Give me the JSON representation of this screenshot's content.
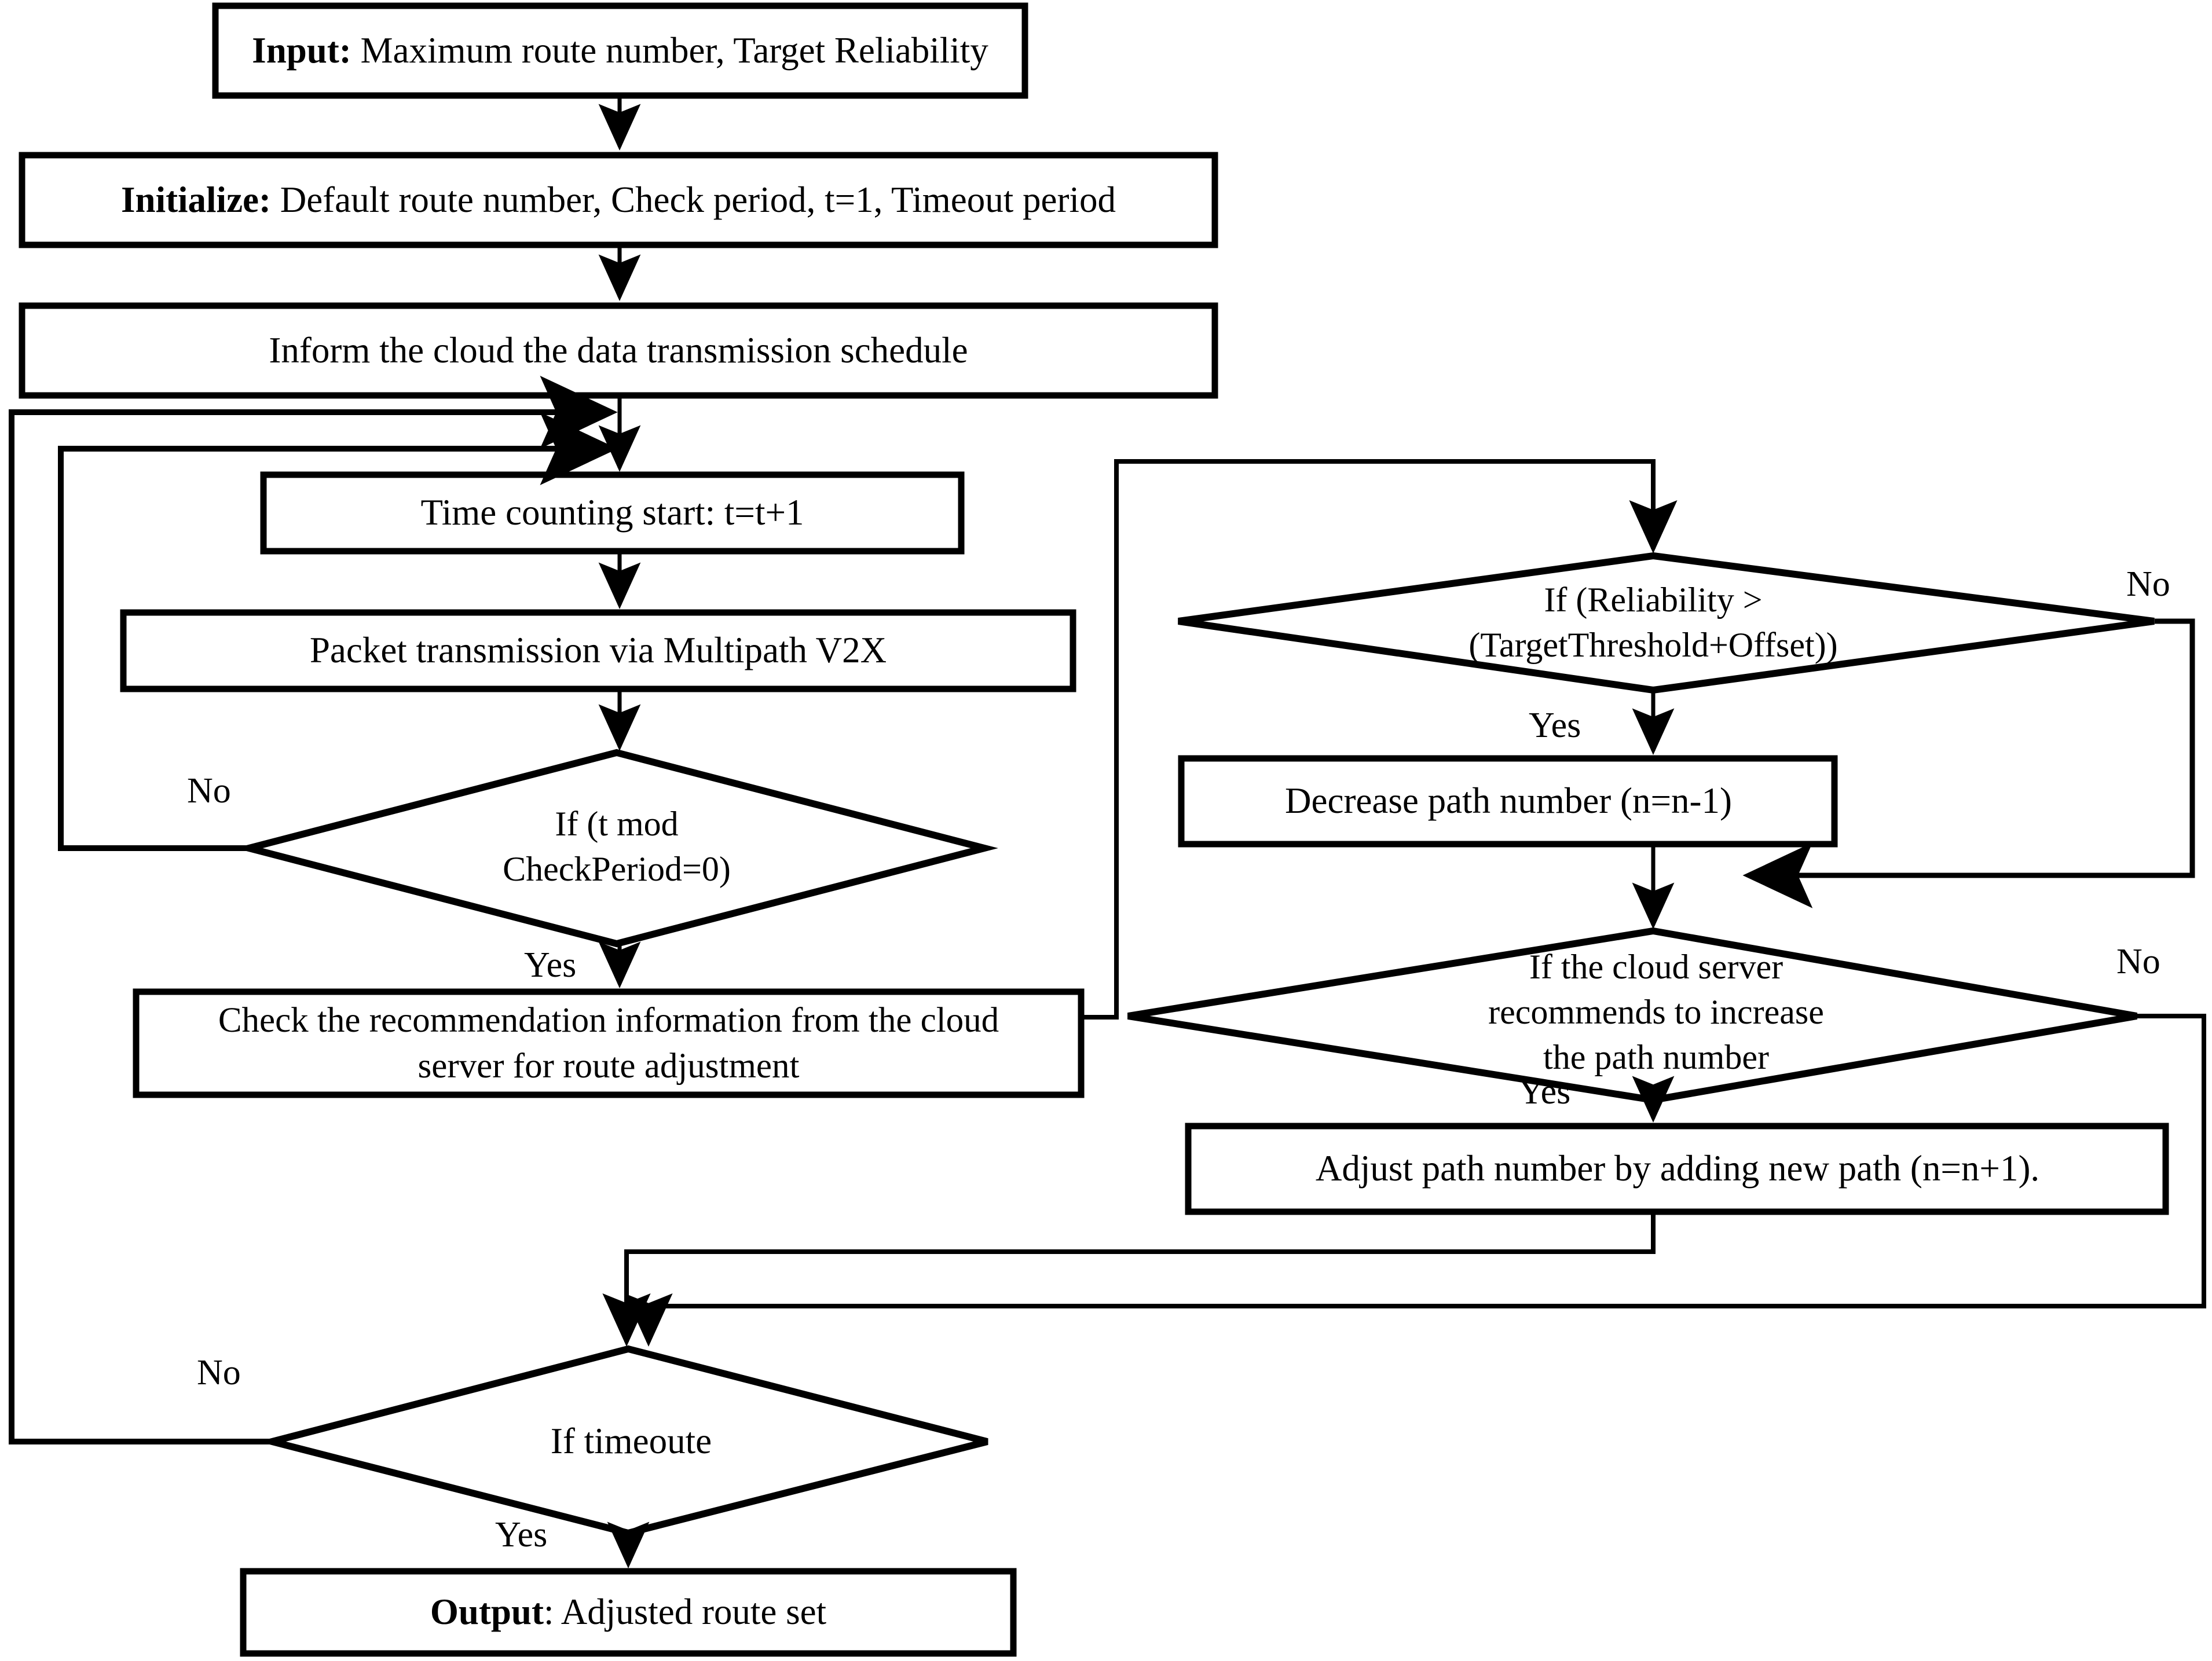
{
  "diagram": {
    "title": "Multipath V2X route adjustment algorithm flowchart",
    "stroke_color": "#000000",
    "background_color": "#ffffff",
    "text_color": "#000000"
  },
  "nodes": {
    "input": {
      "shape": "process",
      "label_bold": "Input:",
      "label_rest": " Maximum route number, Target Reliability",
      "label": "Input: Maximum route number, Target\nReliability"
    },
    "initialize": {
      "shape": "process",
      "label_bold": "Initialize:",
      "label_rest": " Default route number, Check period, t=1, Timeout period",
      "label": "Initialize: Default route number, Check period, t=1, Timeout period"
    },
    "inform_cloud": {
      "shape": "process",
      "label": "Inform the cloud the data transmission schedule"
    },
    "time_counting": {
      "shape": "process",
      "label": "Time counting start: t=t+1"
    },
    "packet_transmission": {
      "shape": "process",
      "label": "Packet transmission via Multipath V2X"
    },
    "check_period_decision": {
      "shape": "decision",
      "label": "If  (t mod\nCheckPeriod=0)"
    },
    "check_recommendation": {
      "shape": "process",
      "label": "Check the recommendation information from the cloud\nserver for route adjustment"
    },
    "reliability_decision": {
      "shape": "decision",
      "label": "If  (Reliability >\n(TargetThreshold+Offset))"
    },
    "decrease_path": {
      "shape": "process",
      "label": "Decrease path number (n=n-1)"
    },
    "cloud_recommend_decision": {
      "shape": "decision",
      "label": "If the cloud server\nrecommends  to increase\nthe path number"
    },
    "adjust_path": {
      "shape": "process",
      "label": "Adjust path number by adding new path (n=n+1)."
    },
    "timeout_decision": {
      "shape": "decision",
      "label": "If  timeoute"
    },
    "output": {
      "shape": "process",
      "label_bold": "Output",
      "label_rest": ": Adjusted route set",
      "label": "Output: Adjusted route set"
    }
  },
  "edge_labels": {
    "check_period_no": "No",
    "check_period_yes": "Yes",
    "reliability_no": "No",
    "reliability_yes": "Yes",
    "cloud_recommend_no": "No",
    "cloud_recommend_yes": "Yes",
    "timeout_no": "No",
    "timeout_yes": "Yes"
  }
}
